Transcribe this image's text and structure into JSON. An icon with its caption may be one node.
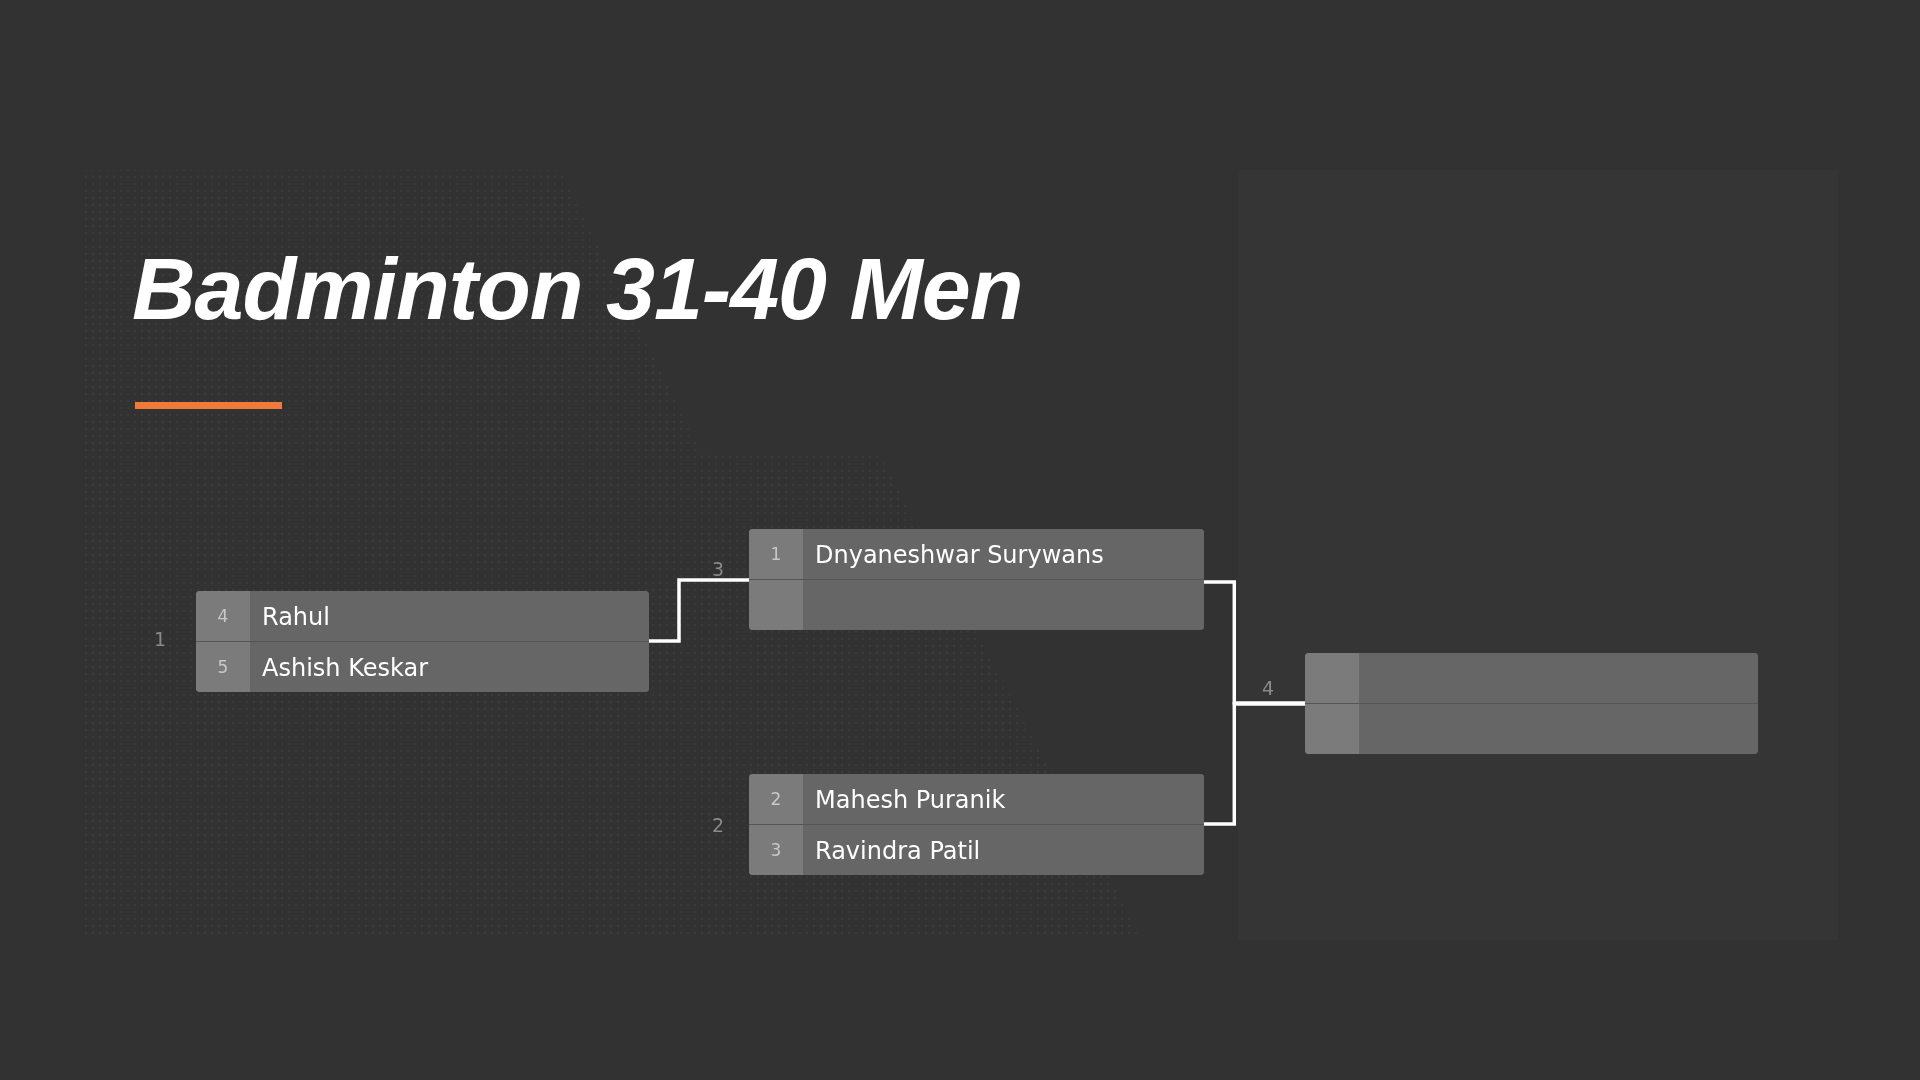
{
  "diagram": {
    "title": "Badminton 31-40 Men",
    "nodes": [
      {
        "text": [],
        "shape": "box",
        "beside": [
          "1"
        ]
      },
      {
        "text": [
          "4",
          "Rahul"
        ],
        "in": 0
      },
      {
        "text": [
          "5",
          "Ashish Keskar"
        ],
        "in": 0
      },
      {
        "text": [],
        "shape": "box",
        "beside": [
          "3"
        ]
      },
      {
        "text": [
          "1",
          "Dnyaneshwar Surywans"
        ],
        "in": 3
      },
      {
        "text": [],
        "shape": "bar",
        "in": 3
      },
      {
        "text": [],
        "shape": "box",
        "beside": [
          "2"
        ]
      },
      {
        "text": [
          "2",
          "Mahesh Puranik"
        ],
        "in": 6
      },
      {
        "text": [
          "3",
          "Ravindra Patil"
        ],
        "in": 6
      },
      {
        "text": [],
        "shape": "box",
        "beside": [
          "4"
        ]
      },
      {
        "text": [],
        "shape": "bar",
        "in": 9
      },
      {
        "text": [],
        "shape": "bar",
        "in": 9
      }
    ],
    "edges": [
      {
        "from": 0,
        "to": 3,
        "arrow": "none"
      },
      {
        "from": 3,
        "to": 9,
        "arrow": "none"
      },
      {
        "from": 6,
        "to": 9,
        "arrow": "none"
      }
    ]
  }
}
